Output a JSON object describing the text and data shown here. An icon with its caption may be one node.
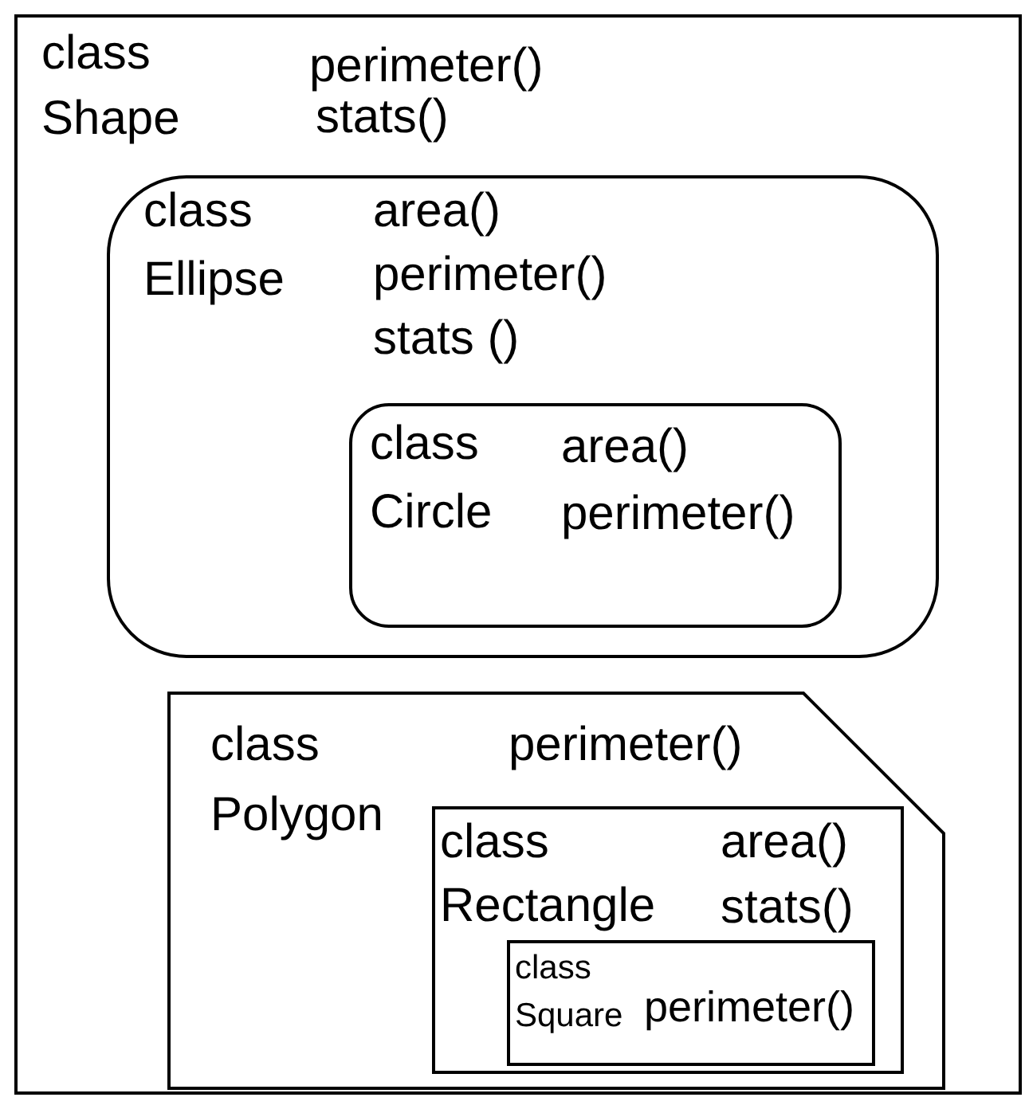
{
  "diagram": {
    "nodes": [
      {
        "text": [
          "class Shape",
          "perimeter()",
          "stats()"
        ]
      },
      {
        "text": [
          "class Ellipse",
          "area()",
          "perimeter()",
          "stats ()"
        ],
        "in": 0
      },
      {
        "text": [
          "class Circle",
          "area()",
          "perimeter()"
        ],
        "in": 1
      },
      {
        "text": [
          "class Polygon",
          "perimeter()"
        ],
        "in": 0
      },
      {
        "text": [
          "class Rectangle",
          "area()",
          "stats()"
        ],
        "in": 3
      },
      {
        "text": [
          "class Square",
          "perimeter()"
        ],
        "in": 4
      }
    ]
  }
}
